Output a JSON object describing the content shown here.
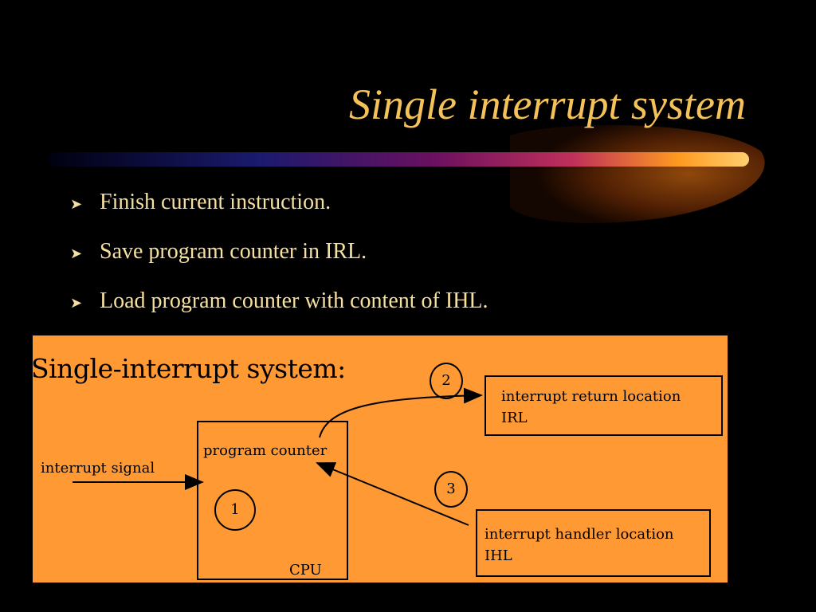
{
  "title": "Single interrupt system",
  "bullets": [
    "Finish current instruction.",
    "Save program counter in IRL.",
    "Load program counter with content of IHL."
  ],
  "diagram": {
    "heading": "Single-interrupt system:",
    "interrupt_signal": "interrupt signal",
    "program_counter": "program counter",
    "cpu": "CPU",
    "irl_line1": "interrupt return location",
    "irl_line2": "IRL",
    "ihl_line1": "interrupt handler location",
    "ihl_line2": "IHL",
    "step1": "1",
    "step2": "2",
    "step3": "3"
  },
  "colors": {
    "background": "#000000",
    "title": "#F5C25A",
    "panel": "#FF9933",
    "bullet_text": "#F6E0A0"
  },
  "icons": {
    "bullet": "arrow-bullet-icon"
  }
}
